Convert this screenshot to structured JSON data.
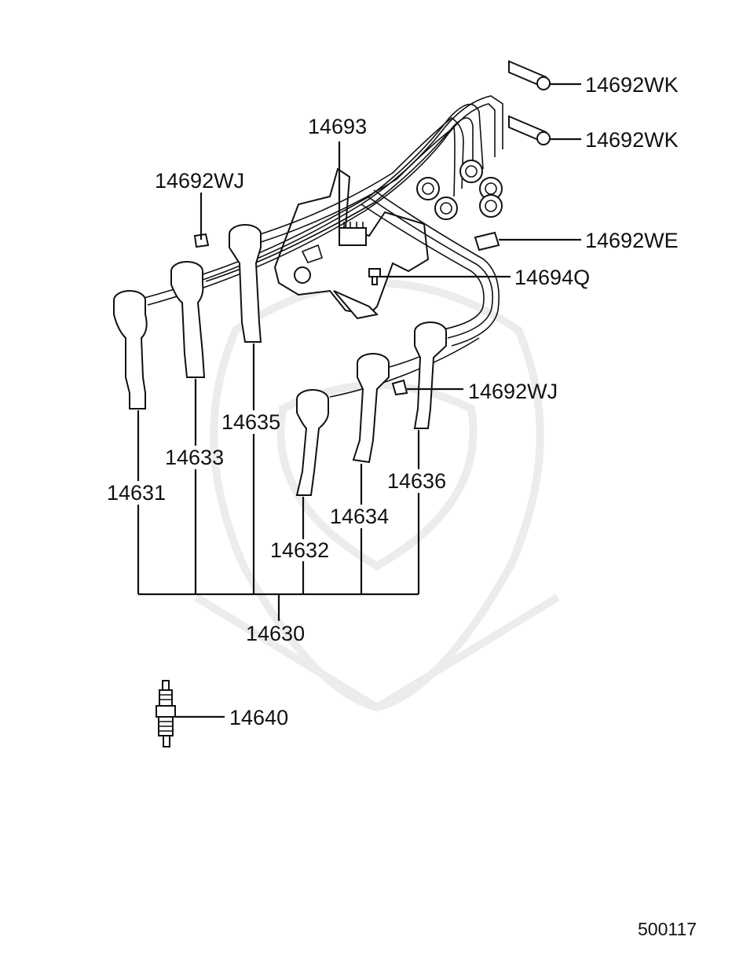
{
  "diagram": {
    "labels": {
      "wk_top": "14692WK",
      "wk_mid": "14692WK",
      "we": "14692WE",
      "bolt": "14694Q",
      "clamp_center": "14693",
      "wj_left": "14692WJ",
      "wj_right": "14692WJ",
      "cable_1": "14631",
      "cable_2": "14632",
      "cable_3": "14633",
      "cable_4": "14634",
      "cable_5": "14635",
      "cable_6": "14636",
      "cable_set": "14630",
      "spark_plug": "14640",
      "diagram_code": "500117"
    }
  }
}
